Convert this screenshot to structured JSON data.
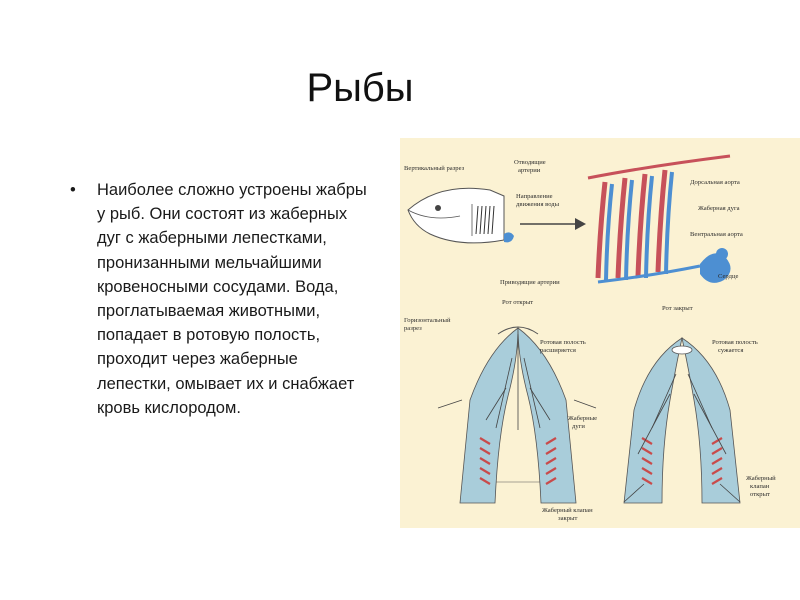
{
  "slide": {
    "title": "Рыбы",
    "bullet": "•",
    "text": "Наиболее сложно устроены жабры у рыб. Они состоят из жаберных дуг с жаберными лепестками, пронизанными мельчайшими кровеносными сосудами. Вода, проглатываемая животными, попадает в ротовую полость, проходит через жаберные лепестки, омывает их и снабжает кровь кислородом."
  },
  "figure": {
    "colors": {
      "background": "#fbf2d3",
      "artery": "#c7515a",
      "vein": "#4d8fd2",
      "cavity": "#a9cdda",
      "gill": "#c94b4b",
      "outline": "#555555"
    },
    "labels": {
      "vertical_section": "Вертикальный разрез",
      "efferent_1": "Отводящие",
      "efferent_2": "артерии",
      "water_dir_1": "Направление",
      "water_dir_2": "движения воды",
      "dorsal_aorta": "Дорсальная аорта",
      "gill_arch": "Жаберная дуга",
      "ventral_aorta": "Вентральная аорта",
      "heart": "Сердце",
      "afferent": "Приводящие артерии",
      "mouth_open": "Рот открыт",
      "mouth_closed": "Рот закрыт",
      "horizontal_1": "Горизонтальный",
      "horizontal_2": "разрез",
      "cavity_expands_1": "Ротовая полость",
      "cavity_expands_2": "расширяется",
      "cavity_narrows_1": "Ротовая полость",
      "cavity_narrows_2": "сужается",
      "gill_arches_1": "Жаберные",
      "gill_arches_2": "дуги",
      "valve_closed_1": "Жаберный клапан",
      "valve_closed_2": "закрыт",
      "valve_open_1": "Жаберный",
      "valve_open_2": "клапан",
      "valve_open_3": "открыт"
    }
  }
}
